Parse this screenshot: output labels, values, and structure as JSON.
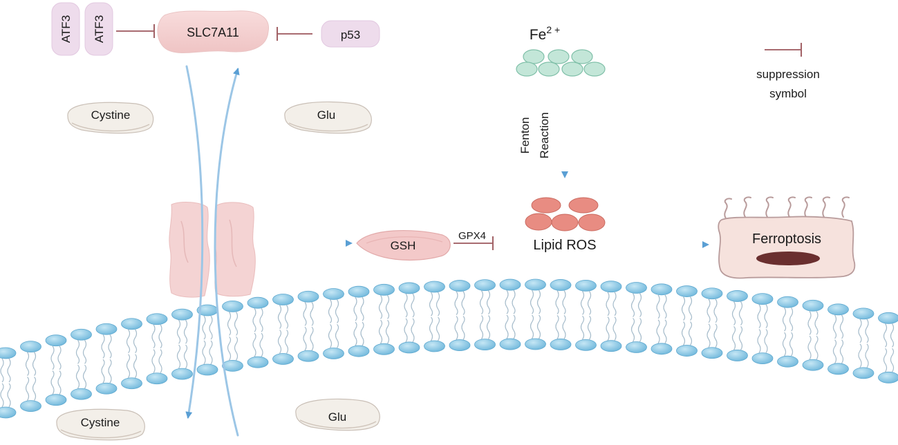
{
  "labels": {
    "atf3_a": "ATF3",
    "atf3_b": "ATF3",
    "slc7a11": "SLC7A11",
    "p53": "p53",
    "cystine_top": "Cystine",
    "glu_top": "Glu",
    "cystine_bottom": "Cystine",
    "glu_bottom": "Glu",
    "fe_base": "Fe",
    "fe_charge": "2 +",
    "fenton_line1": "Fenton",
    "fenton_line2": "Reaction",
    "lipid_ros": "Lipid ROS",
    "gsh": "GSH",
    "gpx4": "GPX4",
    "ferroptosis": "Ferroptosis",
    "legend_line1": "suppression",
    "legend_line2": "symbol"
  },
  "colors": {
    "inhibit": "#8b3a40",
    "arrow": "#6ea8d6",
    "membrane_head": "#8ec9e6",
    "membrane_tail": "#9fb8c8",
    "iron": "#bfe4d6",
    "ros": "#e58a80",
    "slc_pink": "#f3cfcf",
    "atf3_fill": "#eedcec",
    "ferroptosis_fill": "#f5e0dc",
    "nucleus": "#6a2f2f"
  }
}
